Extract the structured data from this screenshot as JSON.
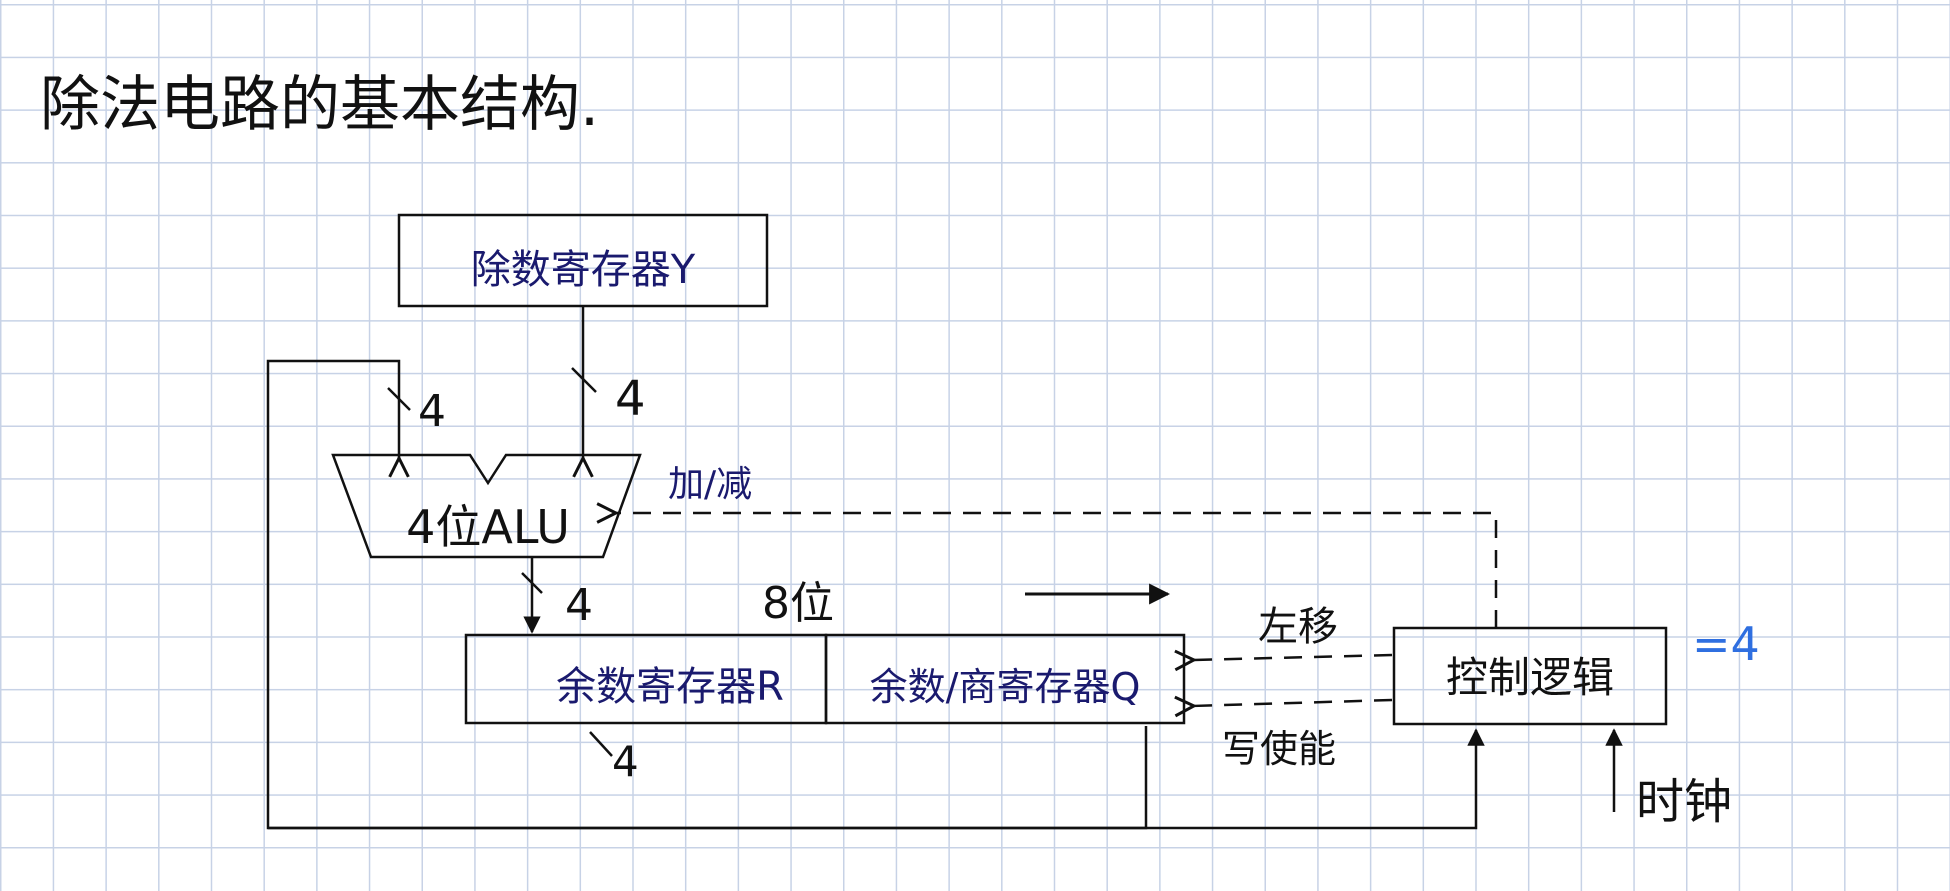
{
  "title": "除法电路的基本结构.",
  "blocks": {
    "divisor_register": "除数寄存器Y",
    "alu": "4位ALU",
    "remainder_register": "余数寄存器R",
    "quotient_register": "余数/商寄存器Q",
    "control_logic": "控制逻辑"
  },
  "labels": {
    "bus_width_divisor": "4",
    "bus_width_feedback": "4",
    "bus_width_alu_out": "4",
    "bus_width_remainder_out": "4",
    "register_width": "8位",
    "add_sub": "加/减",
    "shift_left": "左移",
    "write_enable": "写使能",
    "clock": "时钟",
    "annotation": "=4"
  },
  "colors": {
    "ink": "#111111",
    "register_text": "#1a1a6e",
    "annotation": "#2f6fe0",
    "grid": "#c7d2e6"
  }
}
